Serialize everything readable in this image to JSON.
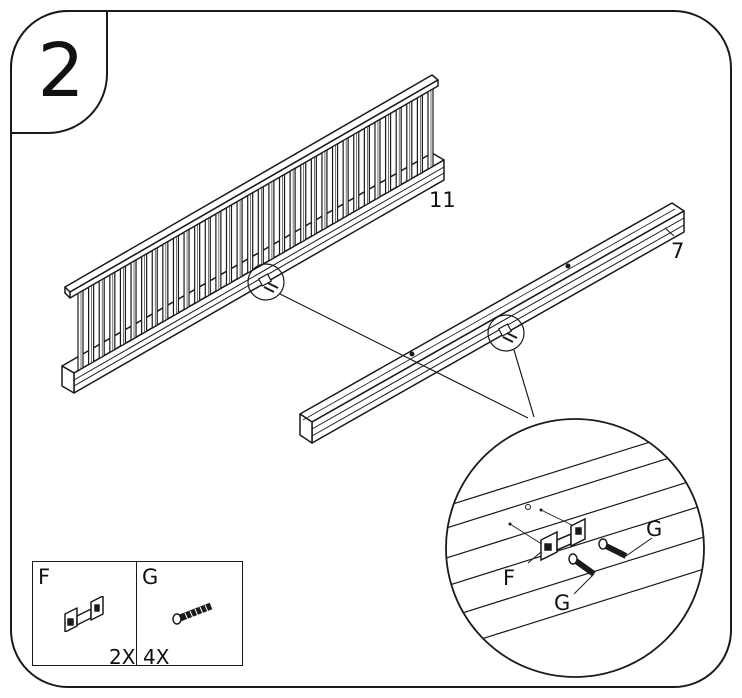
{
  "step": {
    "number": "2"
  },
  "labels": {
    "part_11": "11",
    "part_7": "7",
    "zoom_F": "F",
    "zoom_G_top": "G",
    "zoom_G_bottom": "G"
  },
  "parts": [
    {
      "letter": "F",
      "qty": "2X",
      "icon": "bracket-icon"
    },
    {
      "letter": "G",
      "qty": "4X",
      "icon": "screw-icon"
    }
  ],
  "colors": {
    "line": "#1a1a1a",
    "fill": "#ffffff"
  }
}
